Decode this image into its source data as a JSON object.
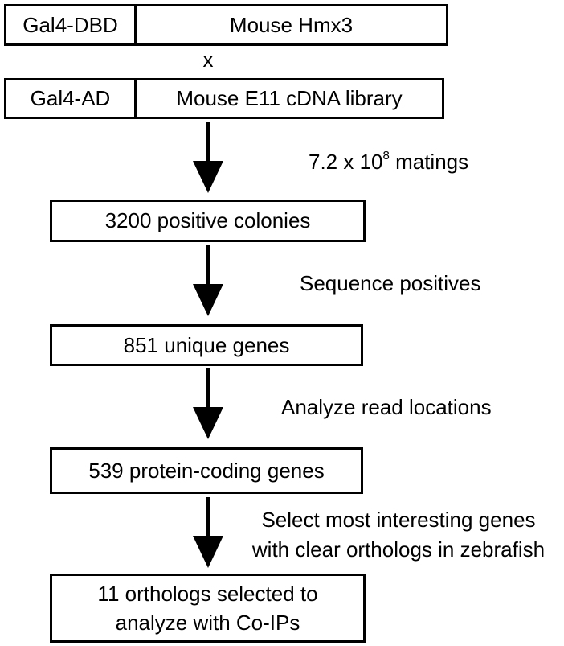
{
  "bait": {
    "domain_label": "Gal4-DBD",
    "construct_label": "Mouse Hmx3"
  },
  "cross_symbol": "x",
  "prey": {
    "domain_label": "Gal4-AD",
    "construct_label": "Mouse E11 cDNA library"
  },
  "steps": [
    {
      "action": {
        "prefix": "7.2 x 10",
        "exponent": "8",
        "suffix": " matings"
      },
      "result": "3200 positive colonies"
    },
    {
      "action": {
        "text": "Sequence positives"
      },
      "result": "851 unique genes"
    },
    {
      "action": {
        "text": "Analyze read locations"
      },
      "result": "539 protein-coding genes"
    },
    {
      "action": {
        "line1": "Select most interesting genes",
        "line2": "with clear orthologs in zebrafish"
      },
      "result": {
        "line1": "11 orthologs selected to",
        "line2": "analyze with Co-IPs"
      }
    }
  ],
  "colors": {
    "stroke": "#000000",
    "background": "#ffffff"
  }
}
